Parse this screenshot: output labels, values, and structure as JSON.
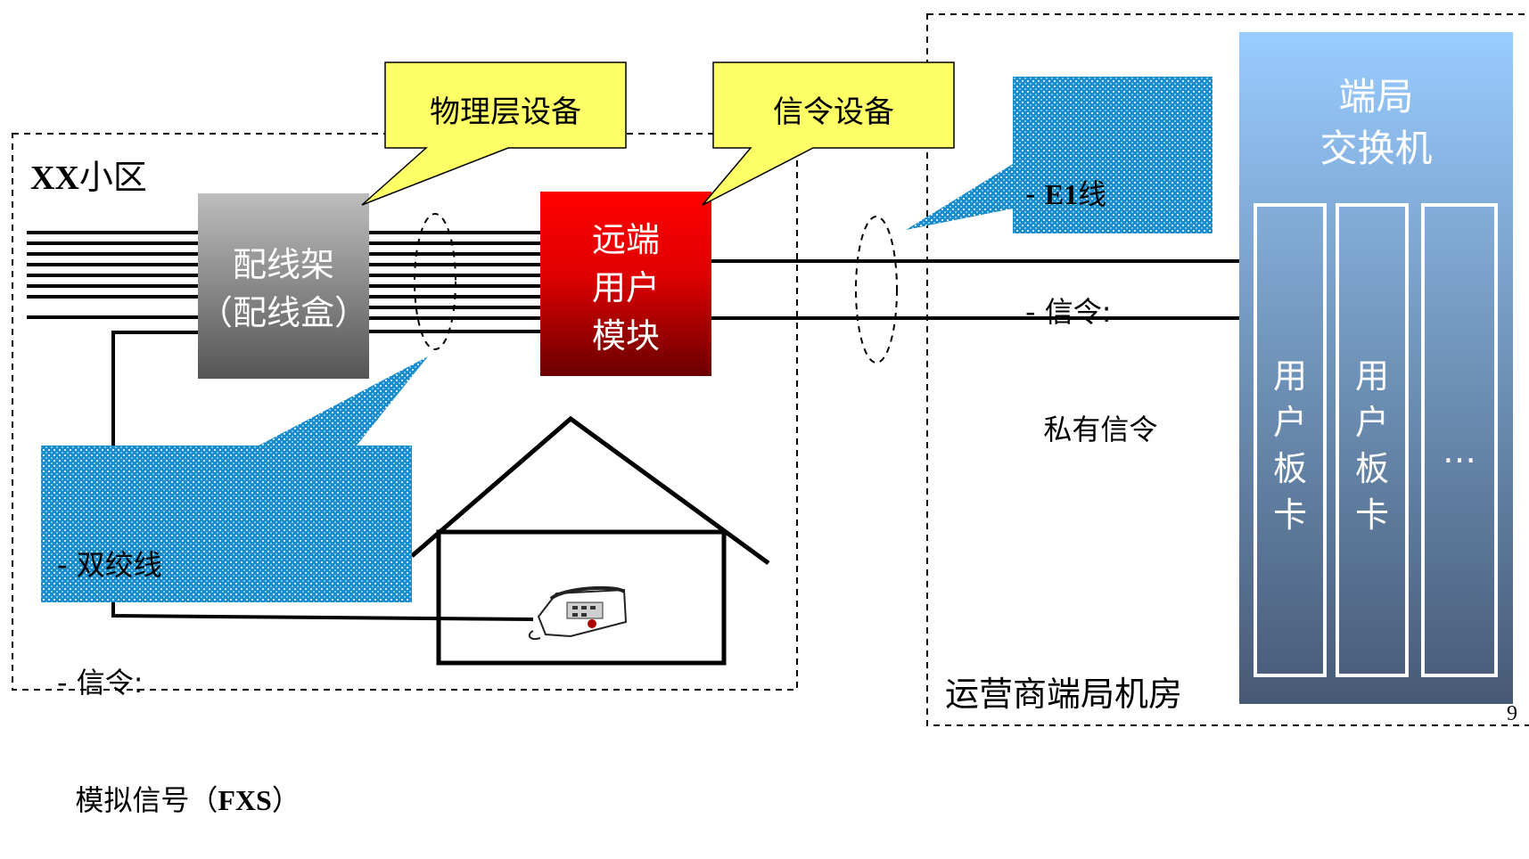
{
  "residential_zone": {
    "label_prefix": "XX",
    "label_suffix": "小区"
  },
  "operator_zone": {
    "label": "运营商端局机房"
  },
  "distribution_frame": {
    "line1": "配线架",
    "line2": "（配线盒）"
  },
  "remote_module": {
    "line1": "远端",
    "line2": "用户",
    "line3": "模块"
  },
  "callouts": {
    "physical_layer": "物理层设备",
    "signaling_device": "信令设备",
    "e1": {
      "line1_dash": "- ",
      "line1_en": "E1",
      "line1_cn": "线",
      "line2": "- 信令:",
      "line3": "  私有信令"
    },
    "twisted_pair": {
      "line1": "- 双绞线",
      "line2": "- 信令:",
      "line3_a": "  模拟信号（",
      "line3_en": "FXS",
      "line3_b": "）"
    }
  },
  "switch": {
    "title_line1": "端局",
    "title_line2": "交换机",
    "cards": [
      {
        "chars": [
          "用",
          "户",
          "板",
          "卡"
        ]
      },
      {
        "chars": [
          "用",
          "户",
          "板",
          "卡"
        ]
      },
      {
        "chars": [
          "…"
        ]
      }
    ]
  },
  "page_number": "9",
  "colors": {
    "callout_yellow": "#ffff66",
    "callout_blue": "#1a8ccc",
    "remote_module_red": "#ff0000",
    "switch_top": "#99ccff",
    "switch_bottom": "#475a75"
  }
}
